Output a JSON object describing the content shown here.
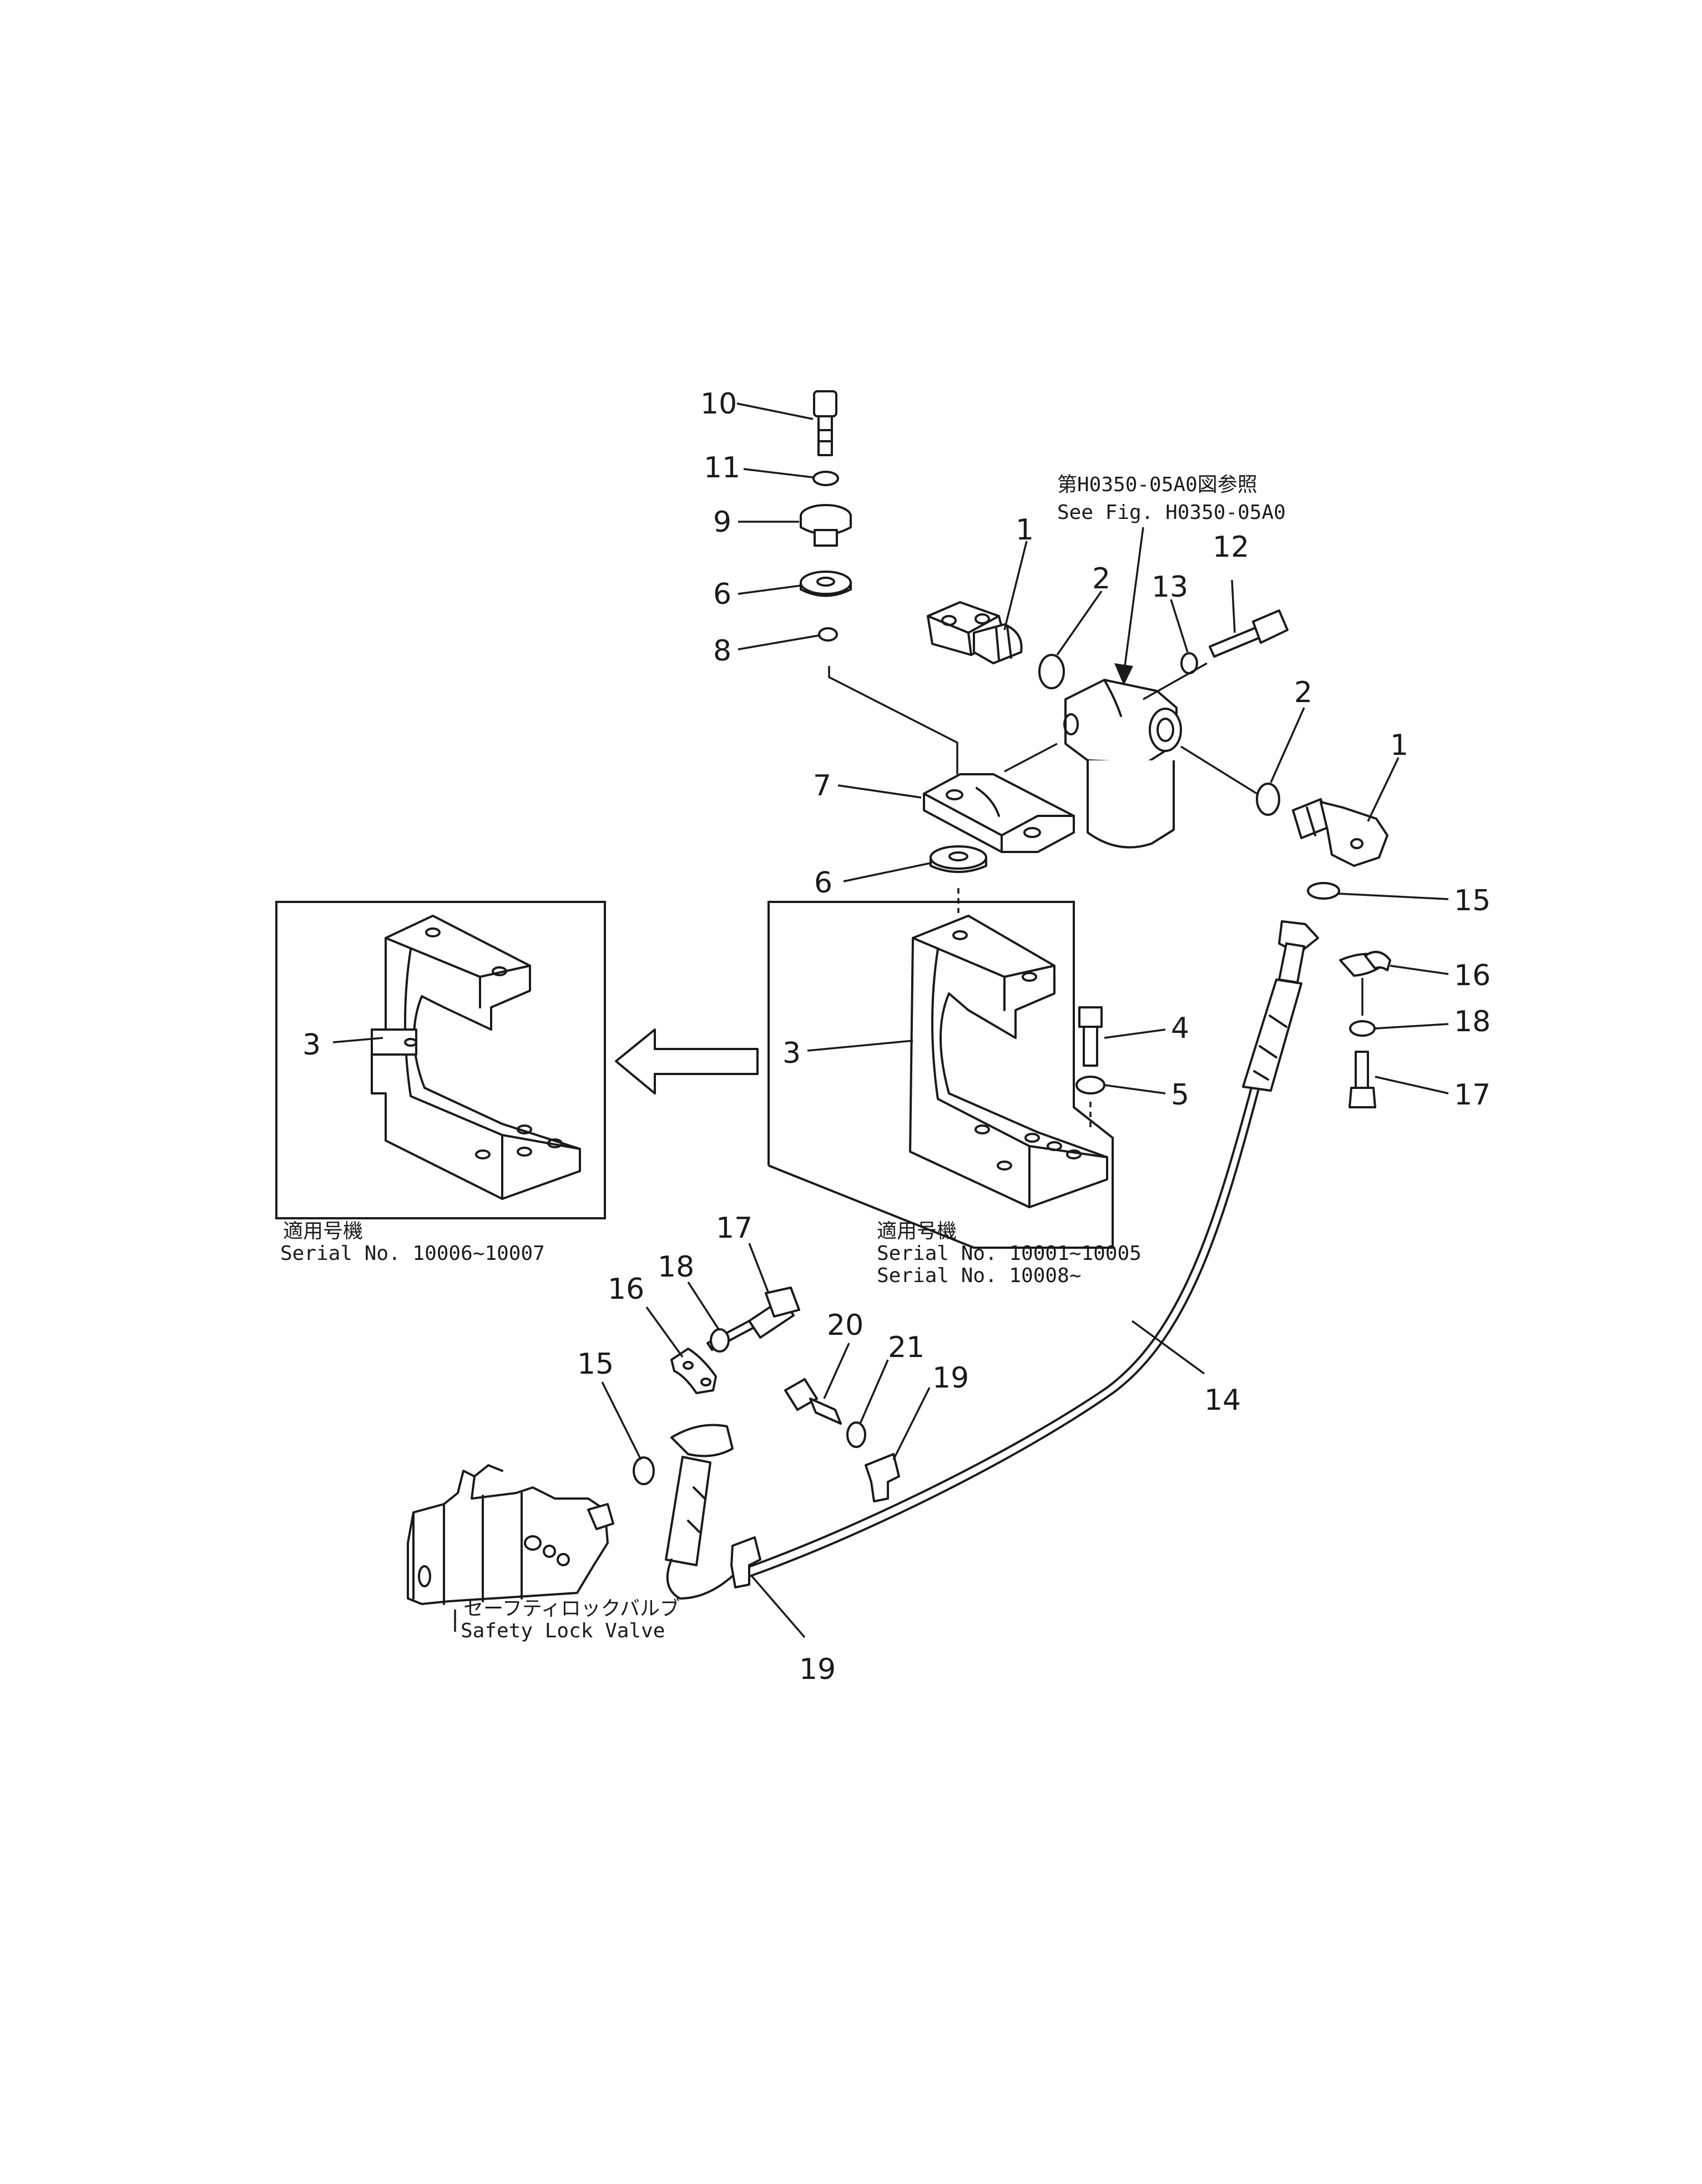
{
  "labels": {
    "l1a": "1",
    "l1b": "1",
    "l2a": "2",
    "l2b": "2",
    "l3a": "3",
    "l3b": "3",
    "l4": "4",
    "l5": "5",
    "l6a": "6",
    "l6b": "6",
    "l7": "7",
    "l8": "8",
    "l9": "9",
    "l10": "10",
    "l11": "11",
    "l12": "12",
    "l13": "13",
    "l14": "14",
    "l15a": "15",
    "l15b": "15",
    "l16a": "16",
    "l16b": "16",
    "l17a": "17",
    "l17b": "17",
    "l18a": "18",
    "l18b": "18",
    "l19a": "19",
    "l19b": "19",
    "l20": "20",
    "l21": "21"
  },
  "notes": {
    "see_fig_jp": "第H0350-05A0図参照",
    "see_fig_en": "See Fig. H0350-05A0",
    "left_box_jp": "適用号機",
    "left_box_serial": "Serial No. 10006~10007",
    "right_box_jp": "適用号機",
    "right_box_serial1": "Serial No. 10001~10005",
    "right_box_serial2": "Serial No. 10008~",
    "valve_jp": "セーフティロックバルブ",
    "valve_en": "Safety Lock Valve"
  }
}
